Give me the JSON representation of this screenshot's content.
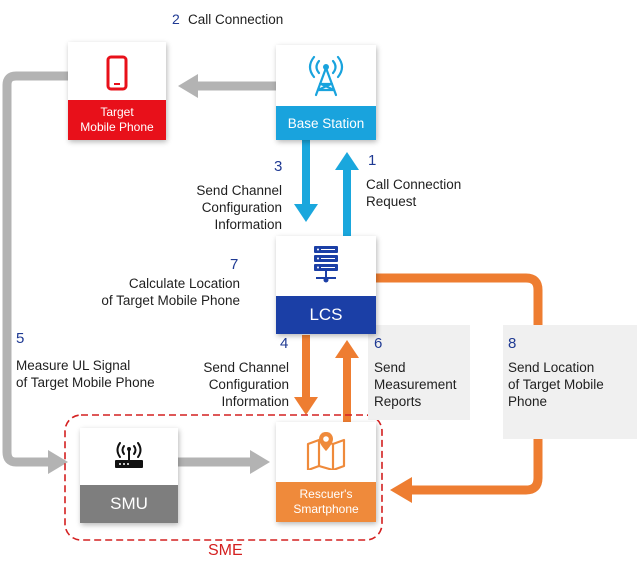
{
  "nodes": {
    "target_phone": {
      "label": "Target\nMobile Phone"
    },
    "base_station": {
      "label": "Base Station"
    },
    "lcs": {
      "label": "LCS"
    },
    "smu": {
      "label": "SMU"
    },
    "rescuer_smartphone": {
      "label": "Rescuer's\nSmartphone"
    }
  },
  "steps": [
    {
      "num": "1",
      "text": "Call Connection\nRequest"
    },
    {
      "num": "2",
      "text": "Call Connection"
    },
    {
      "num": "3",
      "text": "Send Channel\nConfiguration\nInformation"
    },
    {
      "num": "4",
      "text": "Send Channel\nConfiguration\nInformation"
    },
    {
      "num": "5",
      "text": "Measure UL Signal\nof Target Mobile Phone"
    },
    {
      "num": "6",
      "text": "Send\nMeasurement\nReports"
    },
    {
      "num": "7",
      "text": "Calculate Location\nof Target Mobile Phone"
    },
    {
      "num": "8",
      "text": "Send Location\nof Target Mobile\nPhone"
    }
  ],
  "group": {
    "label": "SME"
  },
  "colors": {
    "gray_arrow": "#b3b3b3",
    "blue_arrow": "#1aa7dd",
    "orange_arrow": "#ee7d31",
    "red": "#e8101a",
    "base_blue": "#19a3dd",
    "lcs_navy": "#1b3fa6",
    "smu_gray": "#7e7e7e",
    "orange_band": "#ef8a3b",
    "step_number": "#1f3a93"
  }
}
